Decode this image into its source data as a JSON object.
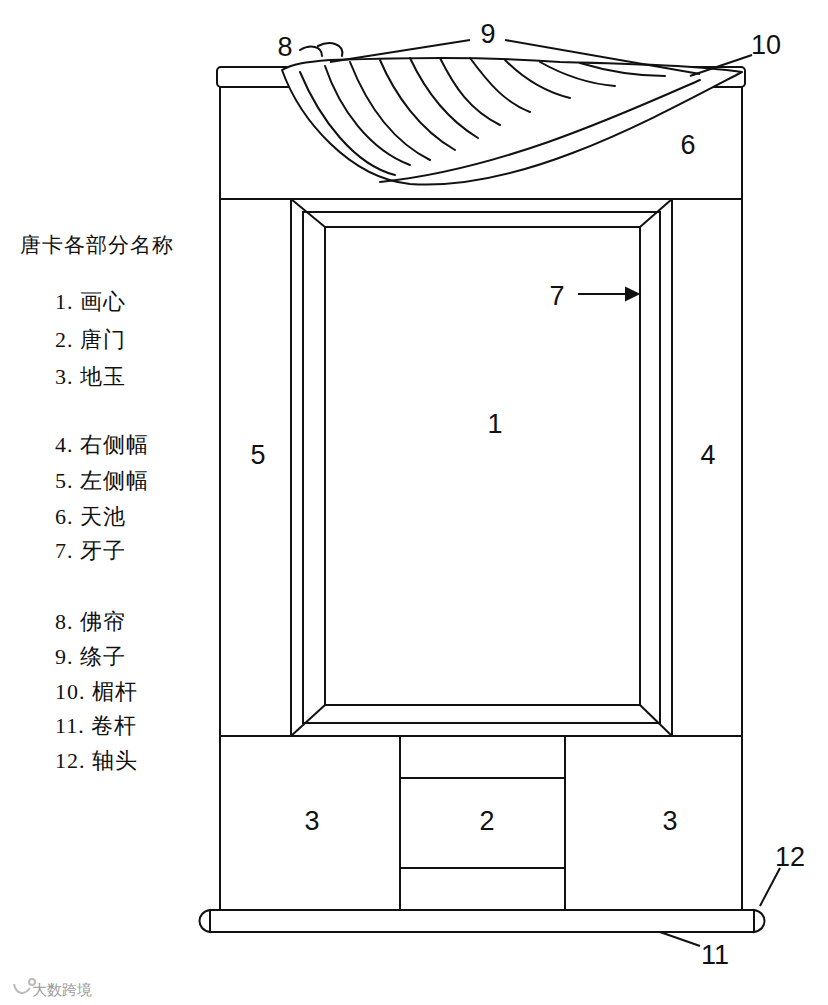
{
  "diagram": {
    "title": "唐卡各部分名称",
    "nodes": [
      {
        "text": [
          "6"
        ]
      },
      {
        "text": [
          "5"
        ]
      },
      {
        "text": [
          "1"
        ]
      },
      {
        "text": [
          "4"
        ]
      },
      {
        "text": [
          "3"
        ]
      },
      {
        "text": [
          "2"
        ]
      },
      {
        "text": [
          "3"
        ]
      }
    ],
    "labels": [
      "8",
      "9",
      "10",
      "7",
      "12",
      "11",
      "1. 画心",
      "2. 唐门",
      "3. 地玉",
      "4. 右侧幅",
      "5. 左侧幅",
      "6. 天池",
      "7. 牙子",
      "8. 佛帘",
      "9. 绦子",
      "10. 楣杆",
      "11. 卷杆",
      "12. 轴头",
      "大数跨境"
    ]
  }
}
